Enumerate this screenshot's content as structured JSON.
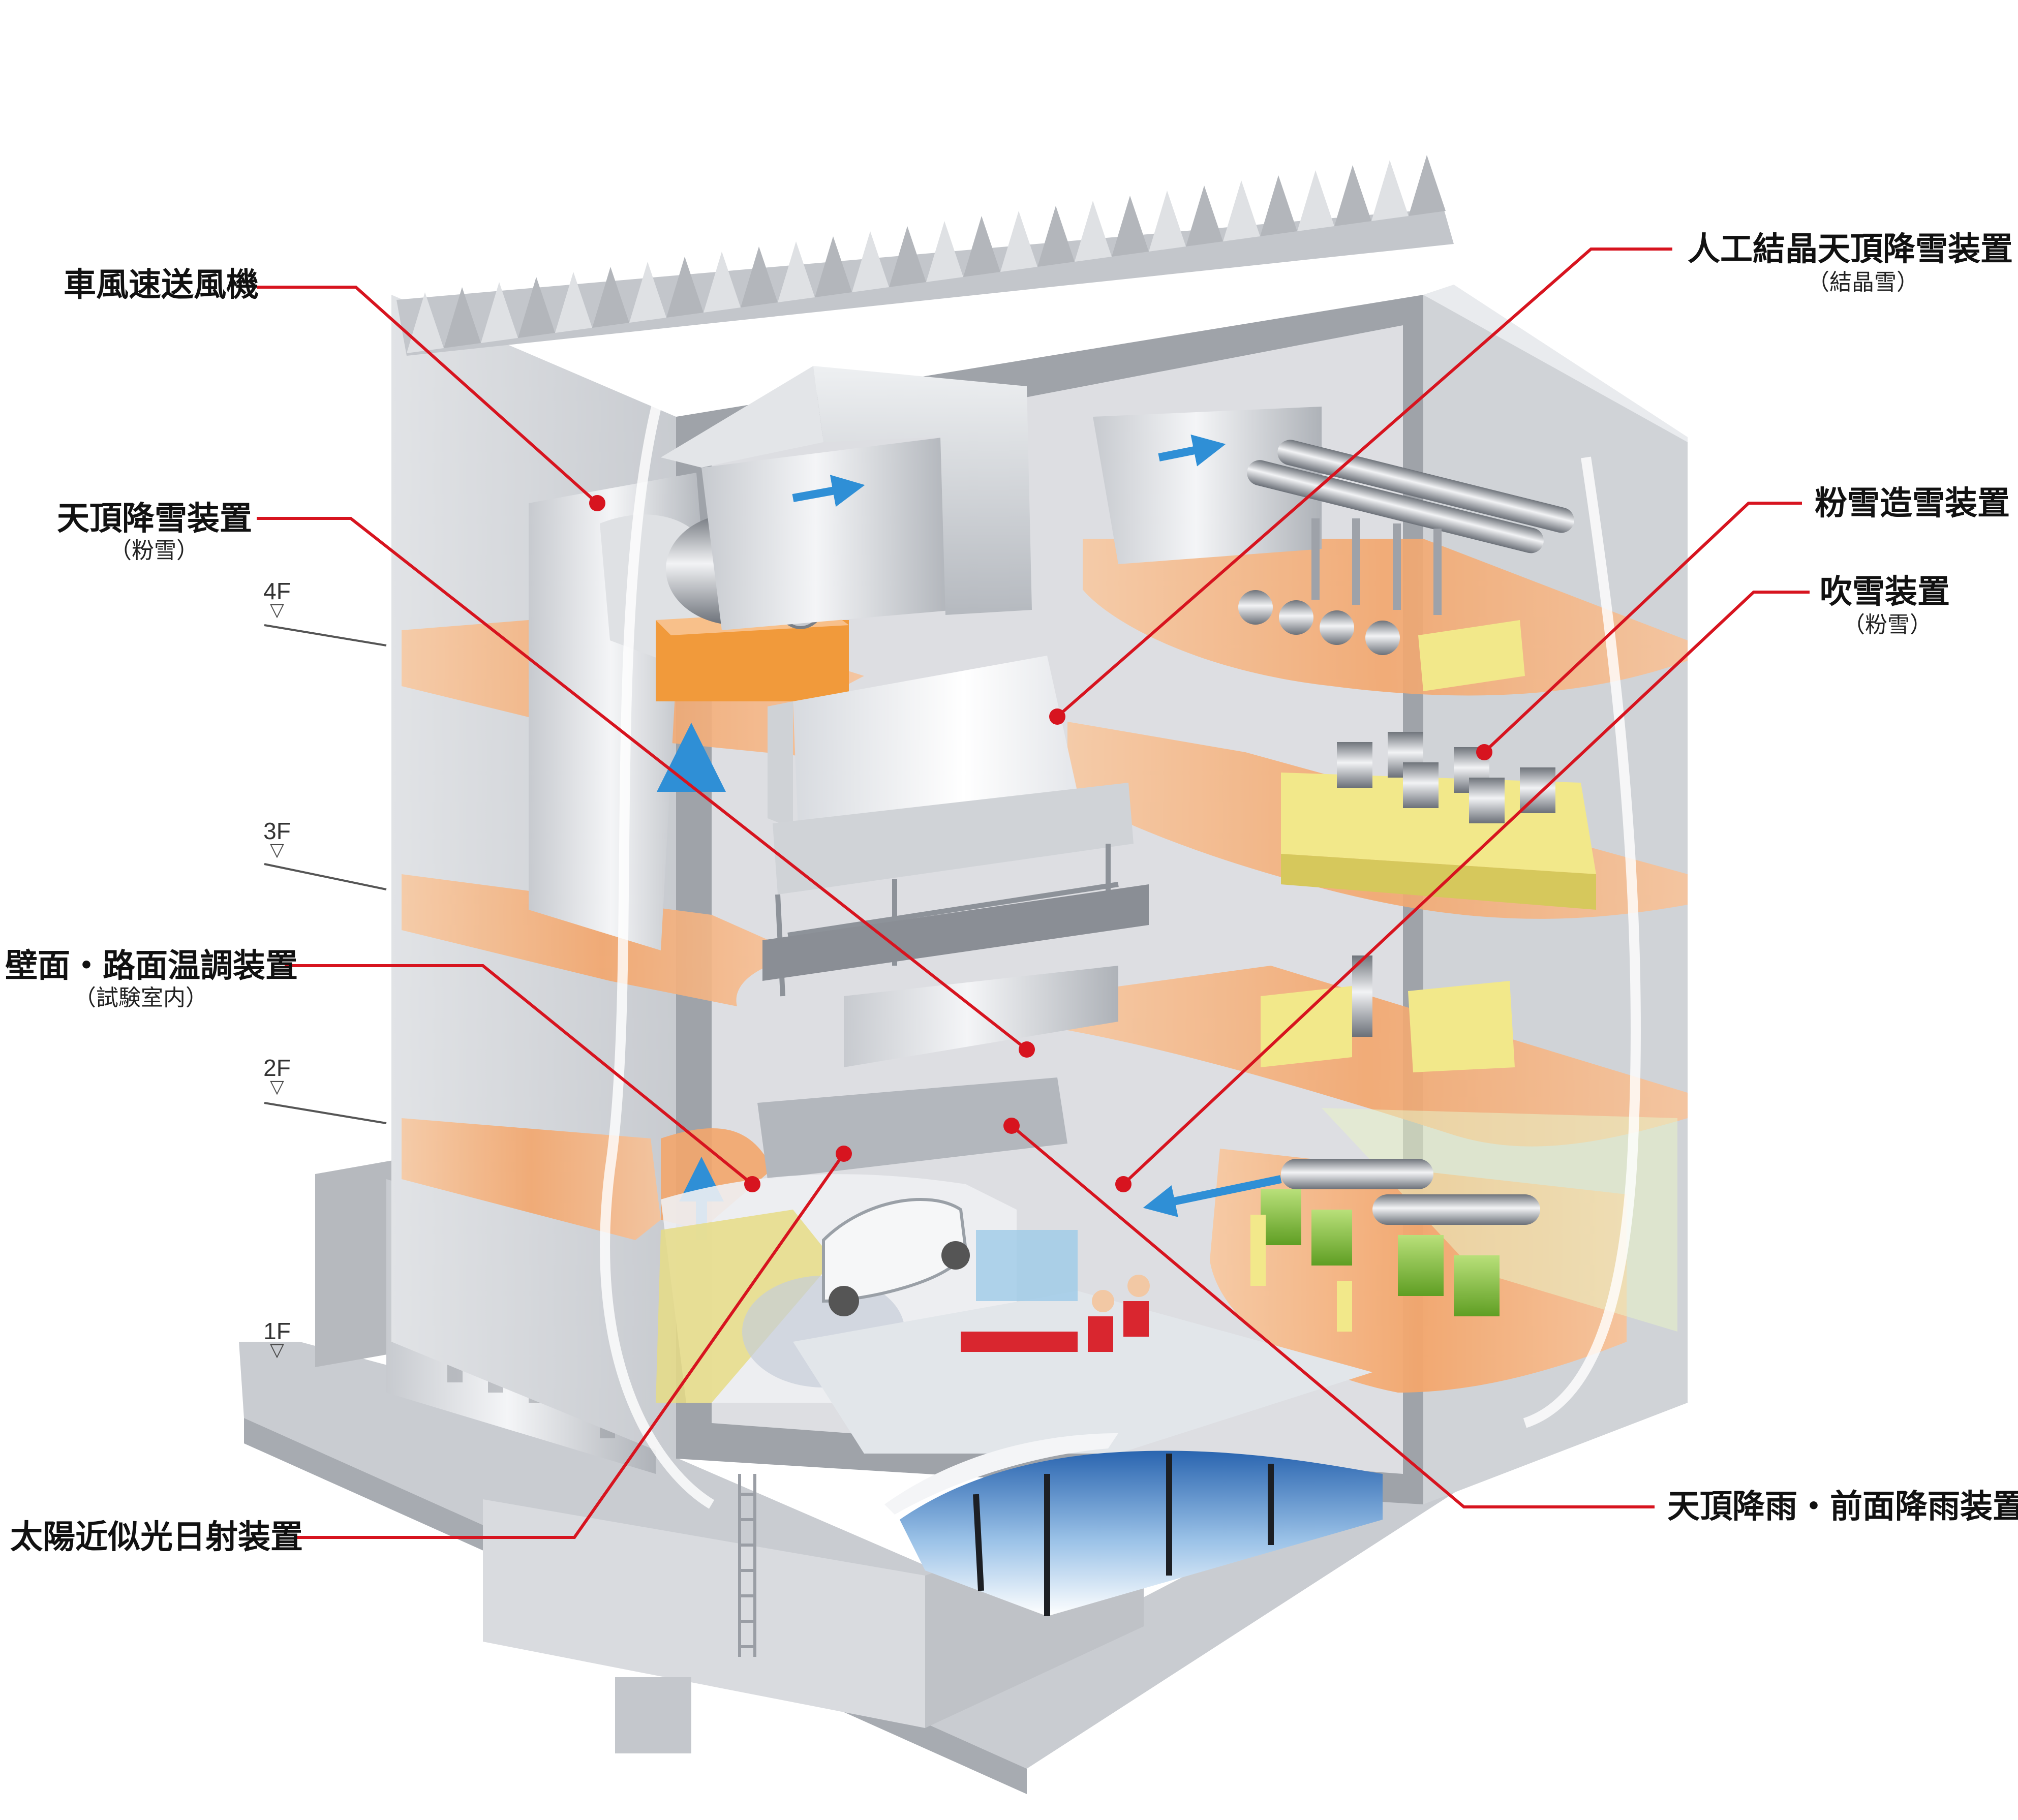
{
  "labels": {
    "wind_blower": "車風速送風機",
    "zenith_snow": "天頂降雪装置",
    "zenith_snow_sub": "（粉雪）",
    "wall_road": "壁面・路面温調装置",
    "wall_road_sub": "（試験室内）",
    "solar": "太陽近似光日射装置",
    "crystal_snow": "人工結晶天頂降雪装置",
    "crystal_snow_sub": "（結晶雪）",
    "powder_snow_maker": "粉雪造雪装置",
    "blowing_snow": "吹雪装置",
    "blowing_snow_sub": "（粉雪）",
    "rain": "天頂降雨・前面降雨装置"
  },
  "floors": [
    "4F",
    "3F",
    "2F",
    "1F"
  ],
  "floor_marker": "▽",
  "colors": {
    "leader_line": "#d7141f",
    "floor_slab": "#f3a66c",
    "building_gray": "#d4d6da",
    "dark_gray": "#8f939a",
    "equipment_yellow": "#f2e88a",
    "equipment_green": "#8dc63f",
    "sky_blue": "#3d7fc4",
    "airflow_blue": "#4aa3df"
  }
}
